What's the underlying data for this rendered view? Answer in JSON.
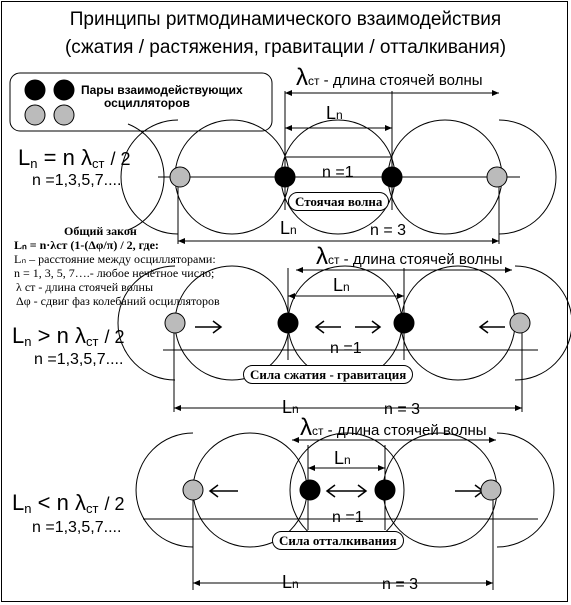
{
  "title_line1": "Принципы ритмодинамического взаимодействия",
  "title_line2": "(сжатия / растяжения, гравитации / отталкивания)",
  "legend": {
    "label_line1": "Пары взаимодействующих",
    "label_line2": "осцилляторов"
  },
  "sections": [
    {
      "formula_lhs": "L",
      "formula_lhs_sub": "n",
      "formula_op": "=",
      "formula_rhs": "n λ",
      "formula_rhs_sub": "ст",
      "formula_div": "/ 2",
      "n_values": "n =1,3,5,7....",
      "lambda_label": "λ",
      "lambda_sub": "ст",
      "lambda_desc": "- длина стоячей волны",
      "ln_label": "L",
      "ln_sub": "n",
      "n1_label": "n =1",
      "n3_label": "n = 3",
      "pill": "Стоячая волна"
    },
    {
      "formula_lhs": "L",
      "formula_lhs_sub": "n",
      "formula_op": ">",
      "formula_rhs": "n λ",
      "formula_rhs_sub": "ст",
      "formula_div": "/ 2",
      "n_values": "n =1,3,5,7....",
      "lambda_label": "λ",
      "lambda_sub": "ст",
      "lambda_desc": "- длина стоячей волны",
      "ln_label": "L",
      "ln_sub": "n",
      "n1_label": "n =1",
      "n3_label": "n = 3",
      "pill": "Сила сжатия - гравитация"
    },
    {
      "formula_lhs": "L",
      "formula_lhs_sub": "n",
      "formula_op": "<",
      "formula_rhs": "n λ",
      "formula_rhs_sub": "ст",
      "formula_div": "/ 2",
      "n_values": "n =1,3,5,7....",
      "lambda_label": "λ",
      "lambda_sub": "ст",
      "lambda_desc": "- длина стоячей волны",
      "ln_label": "L",
      "ln_sub": "n",
      "n1_label": "n =1",
      "n3_label": "n = 3",
      "pill": "Сила отталкивания"
    }
  ],
  "general_law": {
    "heading": "Общий закон",
    "formula": "Lₙ =  n·λст (1-(Δφ/π)  / 2,  где:",
    "line1": "Lₙ – расстояние между осцилляторами:",
    "line2": "n = 1, 3, 5, 7….- любое нечётное число;",
    "line3": "λ ст  -  длина  стоячей  волны",
    "line4": "Δφ - сдвиг фаз колебаний осцилляторов"
  }
}
